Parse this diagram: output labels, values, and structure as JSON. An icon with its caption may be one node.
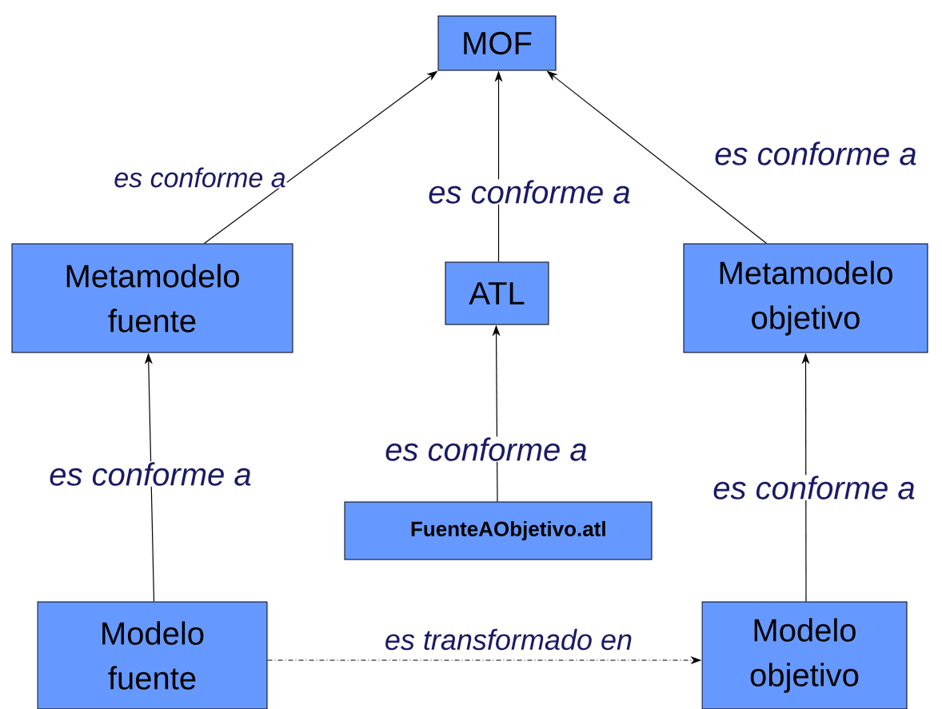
{
  "diagram": {
    "nodes": [
      {
        "text": [
          "MOF"
        ]
      },
      {
        "text": [
          "Metamodelo fuente"
        ]
      },
      {
        "text": [
          "ATL"
        ]
      },
      {
        "text": [
          "Metamodelo objetivo"
        ]
      },
      {
        "text": [
          "Modelo fuente"
        ]
      },
      {
        "text": [
          "FuenteAObjetivo.atl"
        ]
      },
      {
        "text": [
          "Modelo objetivo"
        ]
      }
    ],
    "edges": [
      {
        "from": 1,
        "to": 0,
        "arrow": "to",
        "label": "es conforme a"
      },
      {
        "from": 2,
        "to": 0,
        "arrow": "to",
        "label": "es conforme a"
      },
      {
        "from": 3,
        "to": 0,
        "arrow": "to",
        "label": "es conforme a"
      },
      {
        "from": 4,
        "to": 1,
        "arrow": "to",
        "label": "es conforme a"
      },
      {
        "from": 5,
        "to": 2,
        "arrow": "to",
        "label": "es conforme a"
      },
      {
        "from": 6,
        "to": 3,
        "arrow": "to",
        "label": "es conforme a"
      },
      {
        "from": 4,
        "to": 6,
        "arrow": "to",
        "label": "es transformado en",
        "style": "dashed"
      }
    ]
  }
}
